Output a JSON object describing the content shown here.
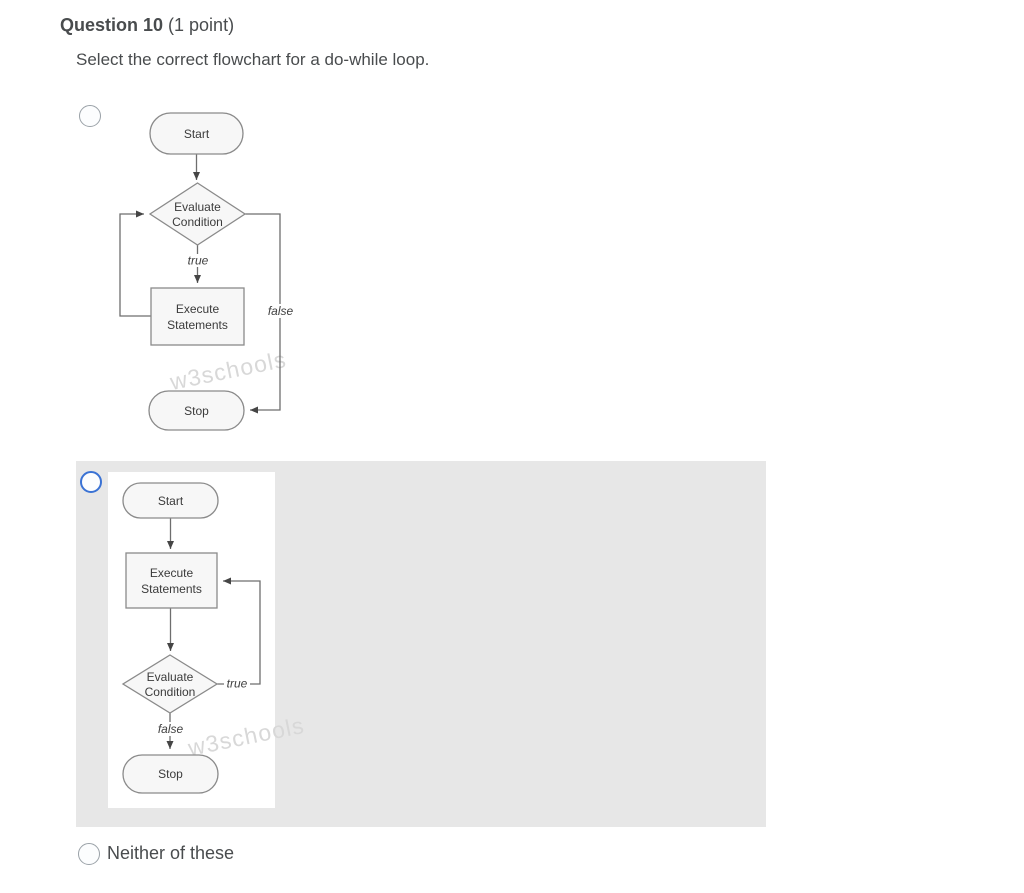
{
  "question": {
    "title": "Question 10",
    "points": "(1 point)",
    "prompt": "Select the correct flowchart for a do-while loop."
  },
  "options": {
    "a": {
      "flowchart": {
        "start": "Start",
        "decision": [
          "Evaluate",
          "Condition"
        ],
        "true_label": "true",
        "process": [
          "Execute",
          "Statements"
        ],
        "false_label": "false",
        "stop": "Stop",
        "watermark": "w3schools"
      }
    },
    "b": {
      "flowchart": {
        "start": "Start",
        "process": [
          "Execute",
          "Statements"
        ],
        "decision": [
          "Evaluate",
          "Condition"
        ],
        "true_label": "true",
        "false_label": "false",
        "stop": "Stop",
        "watermark": "w3schools"
      }
    },
    "c": {
      "label": "Neither of these"
    }
  },
  "colors": {
    "highlight_panel_bg": "#e7e7e7",
    "radio_border": "#9aa1a7",
    "radio_focus_border": "#3a72d4",
    "text": "#494c4e",
    "shape_border": "#8a8a8a",
    "shape_fill": "#f7f7f7",
    "flow_line": "#6e6e6e",
    "watermark": "#d8d8d8"
  }
}
